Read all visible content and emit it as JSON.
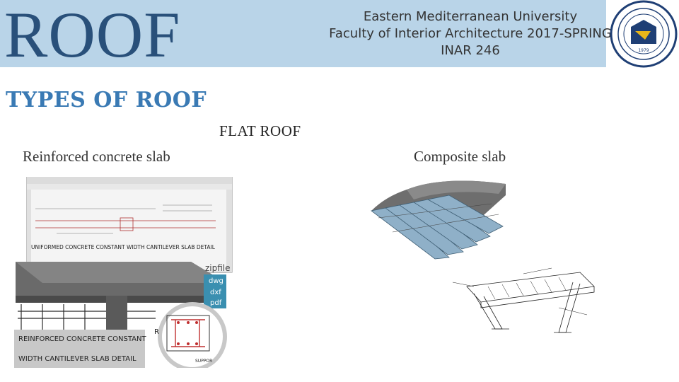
{
  "header": {
    "title": "ROOF",
    "university": "Eastern Mediterranean University",
    "faculty": "Faculty of Interior Architecture 2017-SPRING",
    "course": "INAR 246",
    "logo_year": "1979"
  },
  "content": {
    "section_heading": "TYPES OF ROOF",
    "subheading": "FLAT ROOF",
    "left_caption": "Reinforced concrete slab",
    "right_caption": "Composite slab"
  },
  "rc_figure": {
    "drawing_title": "UNIFORMED CONCRETE CONSTANT WIDTH CANTILEVER SLAB DETAIL",
    "file_label": "zipfile",
    "formats": [
      "dwg",
      "dxf",
      "pdf"
    ],
    "caption_line1": "REINFORCED CONCRETE CONSTANT",
    "caption_line2": "WIDTH CANTILEVER SLAB DETAIL",
    "marker": "R",
    "support": "SUPPOR"
  },
  "colors": {
    "header_band": "#b9d4e8",
    "title": "#29507a",
    "section_heading": "#3a7ab4",
    "badge": "#3a8fb0"
  }
}
